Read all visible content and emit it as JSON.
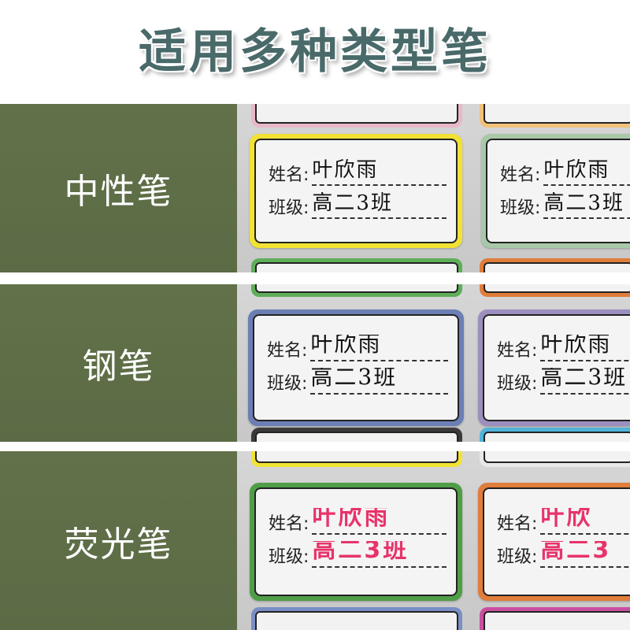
{
  "headline": "适用多种类型笔",
  "colors": {
    "band_green": "#5f6e4a",
    "highlighter_pink": "#e8336a",
    "headline_teal": "#4a6a6a"
  },
  "rows": [
    {
      "label": "中性笔",
      "name_label": "姓名:",
      "name_value": "叶欣雨",
      "class_label": "班级:",
      "class_value": "高二3班",
      "name_value_cut": "叶欣雨",
      "class_value_cut": "高二3班"
    },
    {
      "label": "钢笔",
      "name_label": "姓名:",
      "name_value": "叶欣雨",
      "class_label": "班级:",
      "class_value": "高二3班",
      "name_value_cut": "叶欣雨",
      "class_value_cut": "高二3班"
    },
    {
      "label": "荧光笔",
      "name_label": "姓名:",
      "name_value": "叶欣雨",
      "class_label": "班级:",
      "class_value": "高二3班",
      "name_value_cut": "叶欣",
      "class_value_cut": "高二3"
    }
  ]
}
